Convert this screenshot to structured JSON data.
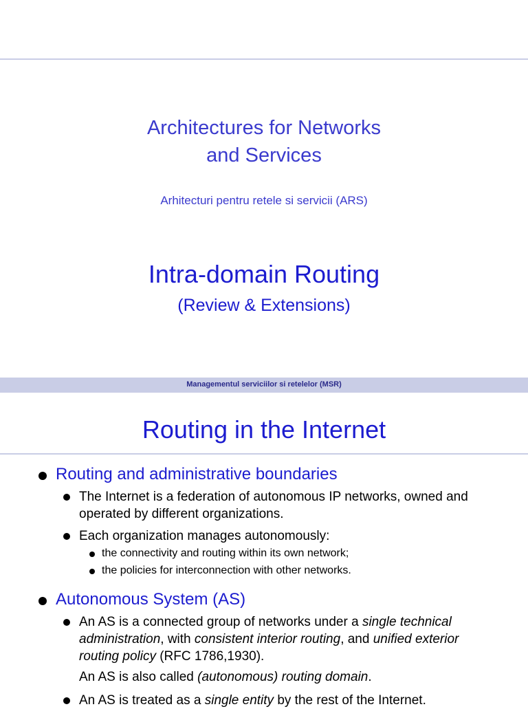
{
  "slide1": {
    "title_line1": "Architectures for Networks",
    "title_line2": "and Services",
    "subtitle": "Arhitecturi pentru retele si servicii (ARS)",
    "topic": "Intra-domain Routing",
    "topic_sub": "(Review & Extensions)"
  },
  "footer": "Managementul serviciilor si retelelor (MSR)",
  "slide2": {
    "title": "Routing in the Internet",
    "b1": "Routing and administrative boundaries",
    "b1_1": "The Internet is a federation of autonomous IP networks, owned and operated by different organizations.",
    "b1_2": "Each organization manages autonomously:",
    "b1_2_1": "the connectivity and routing within its own network;",
    "b1_2_2": "the policies for interconnection with other networks.",
    "b2": "Autonomous System (AS)",
    "as_def": {
      "p1": "An AS is a connected group of networks under a ",
      "i1": "single technical administration",
      "p2": ", with ",
      "i2": "consistent interior routing",
      "p3": ", and ",
      "i3": "unified exterior routing policy",
      "p4": " (RFC 1786,1930)."
    },
    "as_alias": {
      "p1": "An AS is also called ",
      "i1": "(autonomous) routing domain",
      "p2": "."
    },
    "as_entity": {
      "p1": "An AS is treated as a ",
      "i1": "single entity",
      "p2": " by the rest of the Internet."
    }
  }
}
